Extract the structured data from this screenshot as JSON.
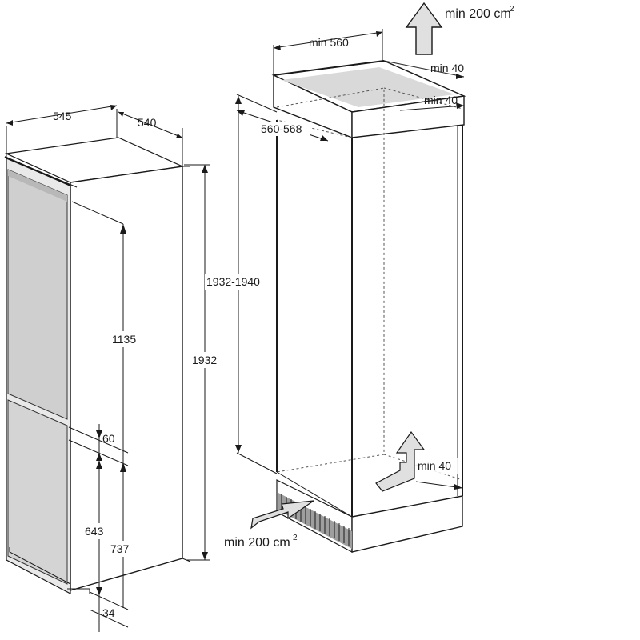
{
  "fridge": {
    "width": "545",
    "depth": "540",
    "height_total": "1932",
    "height_upper": "1135",
    "gap": "60",
    "height_lower_door": "643",
    "height_lower": "737",
    "plinth": "34"
  },
  "niche": {
    "width_min": "min 560",
    "depth_range": "560-568",
    "height_range": "1932-1940",
    "top_gap": "min 40",
    "rear_gap": "min 40",
    "bottom_gap": "min 40",
    "vent_top": "min 200 cm",
    "vent_top_sup": "2",
    "vent_bottom": "min 200 cm",
    "vent_bottom_sup": "2"
  }
}
